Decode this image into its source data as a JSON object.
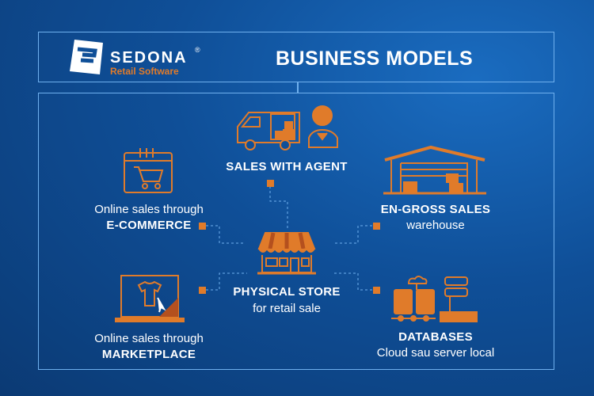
{
  "header": {
    "brand": "SEDONA",
    "registered": "®",
    "tagline": "Retail Software",
    "title": "BUSINESS MODELS"
  },
  "nodes": {
    "agent": {
      "title": "SALES WITH AGENT"
    },
    "ecommerce": {
      "line1": "Online sales through",
      "line2": "E-COMMERCE"
    },
    "engross": {
      "line1": "EN-GROSS SALES",
      "line2": "warehouse"
    },
    "store": {
      "line1": "PHYSICAL STORE",
      "line2": "for retail sale"
    },
    "marketplace": {
      "line1": "Online sales through",
      "line2": "MARKETPLACE"
    },
    "databases": {
      "line1": "DATABASES",
      "line2": "Cloud sau server local"
    }
  },
  "colors": {
    "accent": "#e07b2a",
    "border": "#6fb0ee"
  }
}
